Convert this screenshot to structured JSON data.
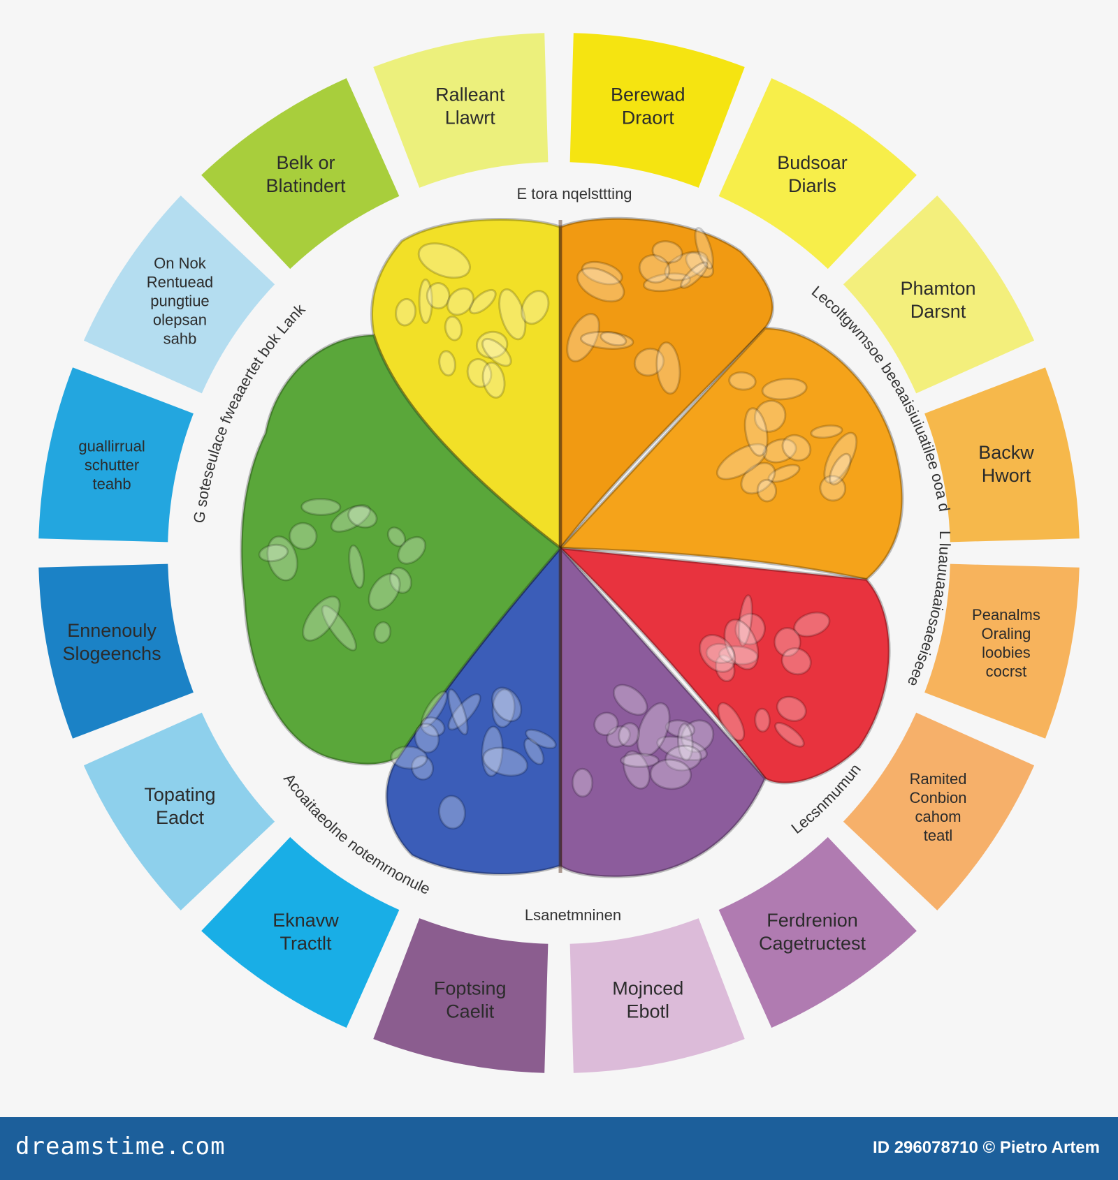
{
  "diagram": {
    "segments": [
      {
        "lines": [
          "Berewad",
          "Draort"
        ],
        "color": "#f5e411"
      },
      {
        "lines": [
          "Budsoar",
          "Diarls"
        ],
        "color": "#f7ee4a"
      },
      {
        "lines": [
          "Phamton",
          "Darsnt"
        ],
        "color": "#f3ef7c"
      },
      {
        "lines": [
          "Backw",
          "Hwort"
        ],
        "color": "#f6b84b"
      },
      {
        "lines": [
          "Peanalms",
          "Oraling",
          "loobies",
          "cocrst"
        ],
        "color": "#f7b35c"
      },
      {
        "lines": [
          "Ramited",
          "Conbion",
          "cahom",
          "teatl"
        ],
        "color": "#f6b06a"
      },
      {
        "lines": [
          "Ferdrenion",
          "Cagetructest"
        ],
        "color": "#b07bb1"
      },
      {
        "lines": [
          "Mojnced",
          "Ebotl"
        ],
        "color": "#dcbbd9"
      },
      {
        "lines": [
          "Foptsing",
          "Caelit"
        ],
        "color": "#8b5d8f"
      },
      {
        "lines": [
          "Eknavw",
          "Tractlt"
        ],
        "color": "#19aee6"
      },
      {
        "lines": [
          "Topating",
          "Eadct"
        ],
        "color": "#8ed0ec"
      },
      {
        "lines": [
          "Ennenouly",
          "Slogeenchs"
        ],
        "color": "#1b82c6"
      },
      {
        "lines": [
          "guallirrual",
          "schutter",
          "teahb"
        ],
        "color": "#23a6df"
      },
      {
        "lines": [
          "On Nok",
          "Rentuead",
          "pungtiue",
          "olepsan",
          "sahb"
        ],
        "color": "#b4ddf0"
      },
      {
        "lines": [
          "Belk or",
          "Blatindert"
        ],
        "color": "#a8ce3c"
      },
      {
        "lines": [
          "Ralleant",
          "Llawrt"
        ],
        "color": "#ecf07c"
      }
    ],
    "inner_labels": {
      "top": "E tora nqelsttting",
      "bottom": "Lsanetmninen",
      "upper_left_arc": "G soteseulace fweaaertet bok Lank",
      "upper_right_arc": "Lecoltgwmsoe beeaaisiuiuatilee ooa d",
      "right_arc": "L luauuaaaiosaeeiseeeessa",
      "lower_left_arc": "Acoaitaeolne notemrnonule",
      "lower_right_arc": "Lecsnmumun"
    },
    "lobes": [
      {
        "name": "yellow",
        "color": "#f2e027"
      },
      {
        "name": "orange",
        "color": "#f19a12"
      },
      {
        "name": "amber",
        "color": "#f5a31a"
      },
      {
        "name": "red",
        "color": "#e8333e"
      },
      {
        "name": "purple",
        "color": "#8c5c9c"
      },
      {
        "name": "blue",
        "color": "#3b5db8"
      },
      {
        "name": "green",
        "color": "#5aa73a"
      }
    ]
  },
  "footer": {
    "brand": "dreamstime.com",
    "credit": "ID 296078710 © Pietro Artem"
  }
}
